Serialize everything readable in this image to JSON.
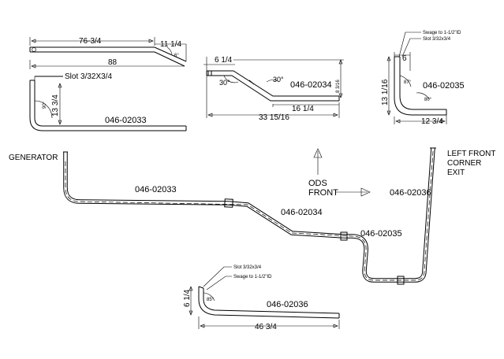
{
  "labels": {
    "generator": "GENERATOR",
    "ods": "ODS",
    "front": "FRONT",
    "exit_line1": "LEFT FRONT",
    "exit_line2": "CORNER",
    "exit_line3": "EXIT"
  },
  "parts": {
    "p1": "046-02033",
    "p2": "046-02034",
    "p3": "046-02035",
    "p4": "046-02036"
  },
  "detail_02033": {
    "dim_top": "76-3/4",
    "dim_end": "11 1/4",
    "dim_total": "88",
    "slot": "Slot 3/32X3/4",
    "dim_side": "13 3/4",
    "angle_end": "6°",
    "angle_bend": "90°"
  },
  "detail_02034": {
    "dim_top": "6 1/4",
    "dim_right": "8 3/16",
    "angle_left": "30°",
    "angle_right": "30°",
    "dim_lower": "16 1/4",
    "dim_total": "33 15/16"
  },
  "detail_02035": {
    "swage": "Swage to 1-1/2\"ID",
    "slot": "Slot 3/32x3/4",
    "dim_top": "6",
    "dim_side": "13 1/16",
    "angle_a": "87°",
    "angle_b": "80°",
    "dim_bottom": "12 3/4"
  },
  "detail_02036": {
    "slot": "Slot 3/32x3/4",
    "swage": "Swage to 1-1/2\"ID",
    "dim_side": "6 1/4",
    "angle": "85°",
    "dim_bottom": "46 3/4"
  }
}
